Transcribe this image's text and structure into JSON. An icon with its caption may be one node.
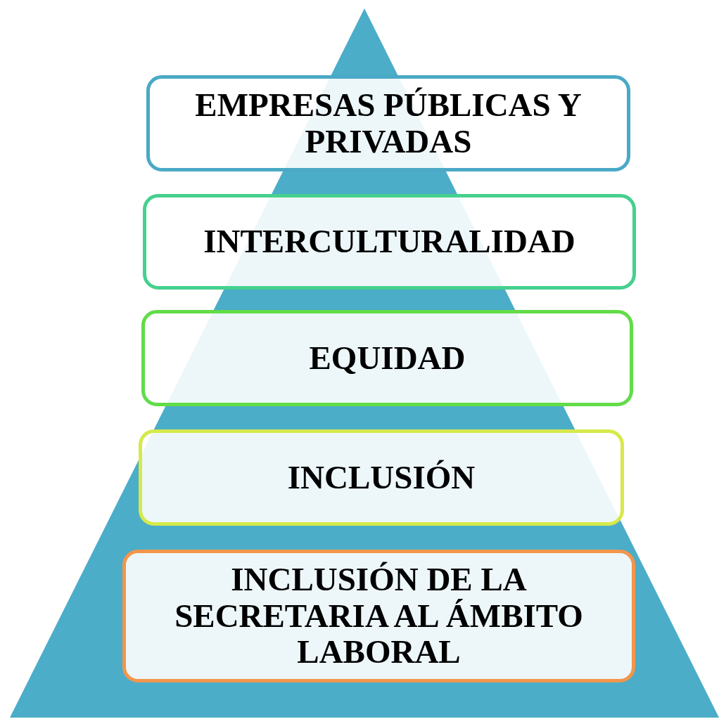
{
  "diagram": {
    "nodes": [
      {
        "text": [
          "EMPRESAS PÚBLICAS Y PRIVADAS"
        ]
      },
      {
        "text": [
          "INTERCULTURALIDAD"
        ]
      },
      {
        "text": [
          "EQUIDAD"
        ]
      },
      {
        "text": [
          "INCLUSIÓN"
        ]
      },
      {
        "text": [
          "INCLUSIÓN DE LA SECRETARIA AL ÁMBITO LABORAL"
        ]
      }
    ]
  }
}
